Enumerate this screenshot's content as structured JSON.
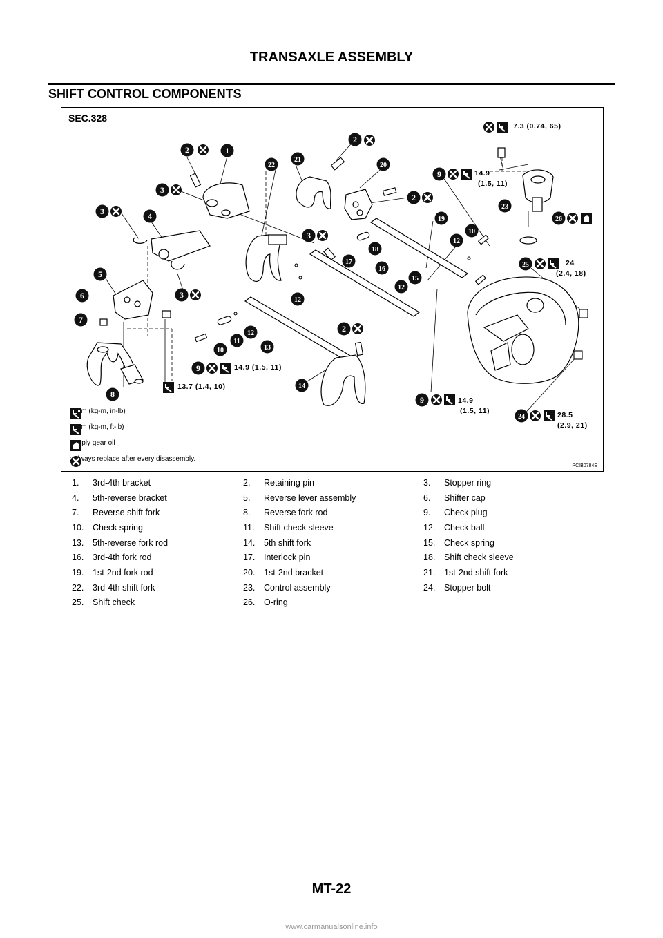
{
  "header": {
    "title": "TRANSAXLE ASSEMBLY"
  },
  "section": {
    "title": "SHIFT CONTROL COMPONENTS"
  },
  "figure": {
    "sec": "SEC.328",
    "figure_id": "PCIB0784E",
    "torques": {
      "t23": "7.3  (0.74,  65)",
      "t9a_1": "14.9",
      "t9a_2": "(1.5,  11)",
      "t25_1": "24",
      "t25_2": "(2.4,  18)",
      "t9b": "14.9  (1.5,  11)",
      "t5": "13.7  (1.4,  10)",
      "t9c_1": "14.9",
      "t9c_2": "(1.5,  11)",
      "t24_1": "28.5",
      "t24_2": "(2.9,  21)"
    },
    "legend": [
      {
        "icon": "torque-inlb-icon",
        "text": ": N•m  (kg-m,   in-lb)"
      },
      {
        "icon": "torque-ftlb-icon",
        "text": ": N•m  (kg-m,   ft-lb)"
      },
      {
        "icon": "apply-oil-icon",
        "text": ": Apply gear oil"
      },
      {
        "icon": "replace-icon",
        "text": ": Always replace after every disassembly."
      }
    ]
  },
  "parts": [
    [
      {
        "num": "1.",
        "name": "3rd-4th bracket"
      },
      {
        "num": "2.",
        "name": "Retaining pin"
      },
      {
        "num": "3.",
        "name": "Stopper ring"
      }
    ],
    [
      {
        "num": "4.",
        "name": "5th-reverse bracket"
      },
      {
        "num": "5.",
        "name": "Reverse lever assembly"
      },
      {
        "num": "6.",
        "name": "Shifter cap"
      }
    ],
    [
      {
        "num": "7.",
        "name": "Reverse shift fork"
      },
      {
        "num": "8.",
        "name": "Reverse fork rod"
      },
      {
        "num": "9.",
        "name": "Check plug"
      }
    ],
    [
      {
        "num": "10.",
        "name": "Check spring"
      },
      {
        "num": "11.",
        "name": "Shift check sleeve"
      },
      {
        "num": "12.",
        "name": "Check ball"
      }
    ],
    [
      {
        "num": "13.",
        "name": "5th-reverse fork rod"
      },
      {
        "num": "14.",
        "name": "5th shift fork"
      },
      {
        "num": "15.",
        "name": "Check spring"
      }
    ],
    [
      {
        "num": "16.",
        "name": "3rd-4th fork rod"
      },
      {
        "num": "17.",
        "name": "Interlock pin"
      },
      {
        "num": "18.",
        "name": "Shift check sleeve"
      }
    ],
    [
      {
        "num": "19.",
        "name": "1st-2nd fork rod"
      },
      {
        "num": "20.",
        "name": "1st-2nd bracket"
      },
      {
        "num": "21.",
        "name": "1st-2nd shift fork"
      }
    ],
    [
      {
        "num": "22.",
        "name": "3rd-4th shift fork"
      },
      {
        "num": "23.",
        "name": "Control assembly"
      },
      {
        "num": "24.",
        "name": "Stopper bolt"
      }
    ],
    [
      {
        "num": "25.",
        "name": "Shift check"
      },
      {
        "num": "26.",
        "name": "O-ring"
      },
      {
        "num": "",
        "name": ""
      }
    ]
  ],
  "footer": {
    "page_number": "MT-22",
    "watermark": "www.carmanualsonline.info"
  },
  "callouts": [
    "1",
    "2",
    "3",
    "4",
    "5",
    "6",
    "7",
    "8",
    "9",
    "10",
    "11",
    "12",
    "13",
    "14",
    "15",
    "16",
    "17",
    "18",
    "19",
    "20",
    "21",
    "22",
    "23",
    "24",
    "25",
    "26"
  ]
}
